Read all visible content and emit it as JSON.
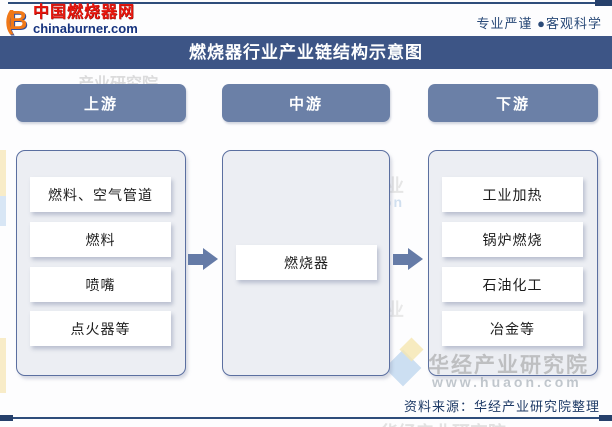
{
  "header": {
    "logo": {
      "icon_text": "(B",
      "title": "中国燃烧器网",
      "domain": "chinaburner.com"
    },
    "slogan": "专业严谨 ●客观科学"
  },
  "title": "燃烧器行业产业链结构示意图",
  "columns": [
    {
      "header": "上游",
      "items": [
        "燃料、空气管道",
        "燃料",
        "喷嘴",
        "点火器等"
      ]
    },
    {
      "header": "中游",
      "items": [
        "燃烧器"
      ]
    },
    {
      "header": "下游",
      "items": [
        "工业加热",
        "锅炉燃烧",
        "石油化工",
        "冶金等"
      ]
    }
  ],
  "footer": {
    "source": "资料来源：华经产业研究院整理"
  },
  "watermarks": {
    "org": "华经产业研究院",
    "site": "www.huaon.com",
    "ghost_upper": "产业研究院",
    "ghost_mid": "华经产业",
    "ghost_url_fragment": "huaon",
    "ghost_bottom": "华经产业研究院"
  },
  "colors": {
    "title_bar": "#3D5586",
    "column_header": "#6B80A7",
    "panel_border": "#5B6FA0",
    "panel_bg": "#ECEEF3",
    "arrow": "#657BA7",
    "accent_navy": "#1E3A66",
    "logo_red": "#E8150C",
    "logo_blue": "#16337F",
    "logo_orange": "#F07818",
    "watermark_gray": "#9A9A9A"
  }
}
